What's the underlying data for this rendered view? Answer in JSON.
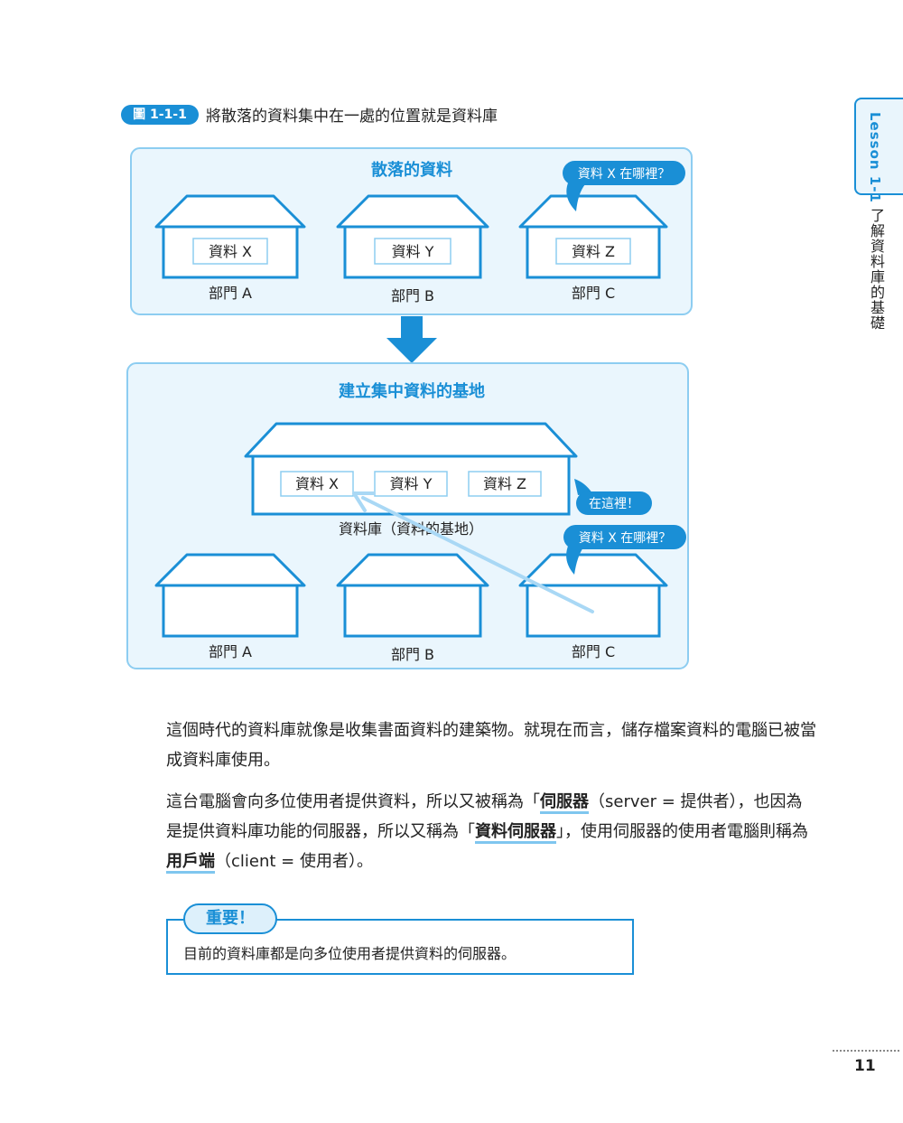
{
  "figure": {
    "badge": "圖 1-1-1",
    "caption": "將散落的資料集中在一處的位置就是資料庫"
  },
  "side": {
    "lesson": "Lesson 1-1",
    "chapter": "了解資料庫的基礎"
  },
  "diagram": {
    "top_title": "散落的資料",
    "top_buildings": [
      {
        "data": "資料 X",
        "dept": "部門 A"
      },
      {
        "data": "資料 Y",
        "dept": "部門 B"
      },
      {
        "data": "資料 Z",
        "dept": "部門 C"
      }
    ],
    "top_bubble": "資料 X 在哪裡？",
    "bottom_title": "建立集中資料的基地",
    "db_items": [
      "資料 X",
      "資料 Y",
      "資料 Z"
    ],
    "db_label": "資料庫（資料的基地）",
    "here_bubble": "在這裡！",
    "bottom_bubble": "資料 X 在哪裡？",
    "bottom_depts": [
      "部門 A",
      "部門 B",
      "部門 C"
    ]
  },
  "paragraphs": {
    "p1": "這個時代的資料庫就像是收集書面資料的建築物。就現在而言，儲存檔案資料的電腦已被當成資料庫使用。",
    "p2_a": "這台電腦會向多位使用者提供資料，所以又被稱為「",
    "p2_term1": "伺服器",
    "p2_b": "（server = 提供者），也因為是提供資料庫功能的伺服器，所以又稱為「",
    "p2_term2": "資料伺服器",
    "p2_c": "」，使用伺服器的使用者電腦則稱為",
    "p2_term3": "用戶端",
    "p2_d": "（client = 使用者）。"
  },
  "important": {
    "label": "重要！",
    "text": "目前的資料庫都是向多位使用者提供資料的伺服器。"
  },
  "page_number": "11",
  "colors": {
    "accent": "#1a8fd6",
    "panel_bg": "#eaf6fd",
    "panel_border": "#8dcdf1",
    "light_line": "#a9d8f5"
  }
}
